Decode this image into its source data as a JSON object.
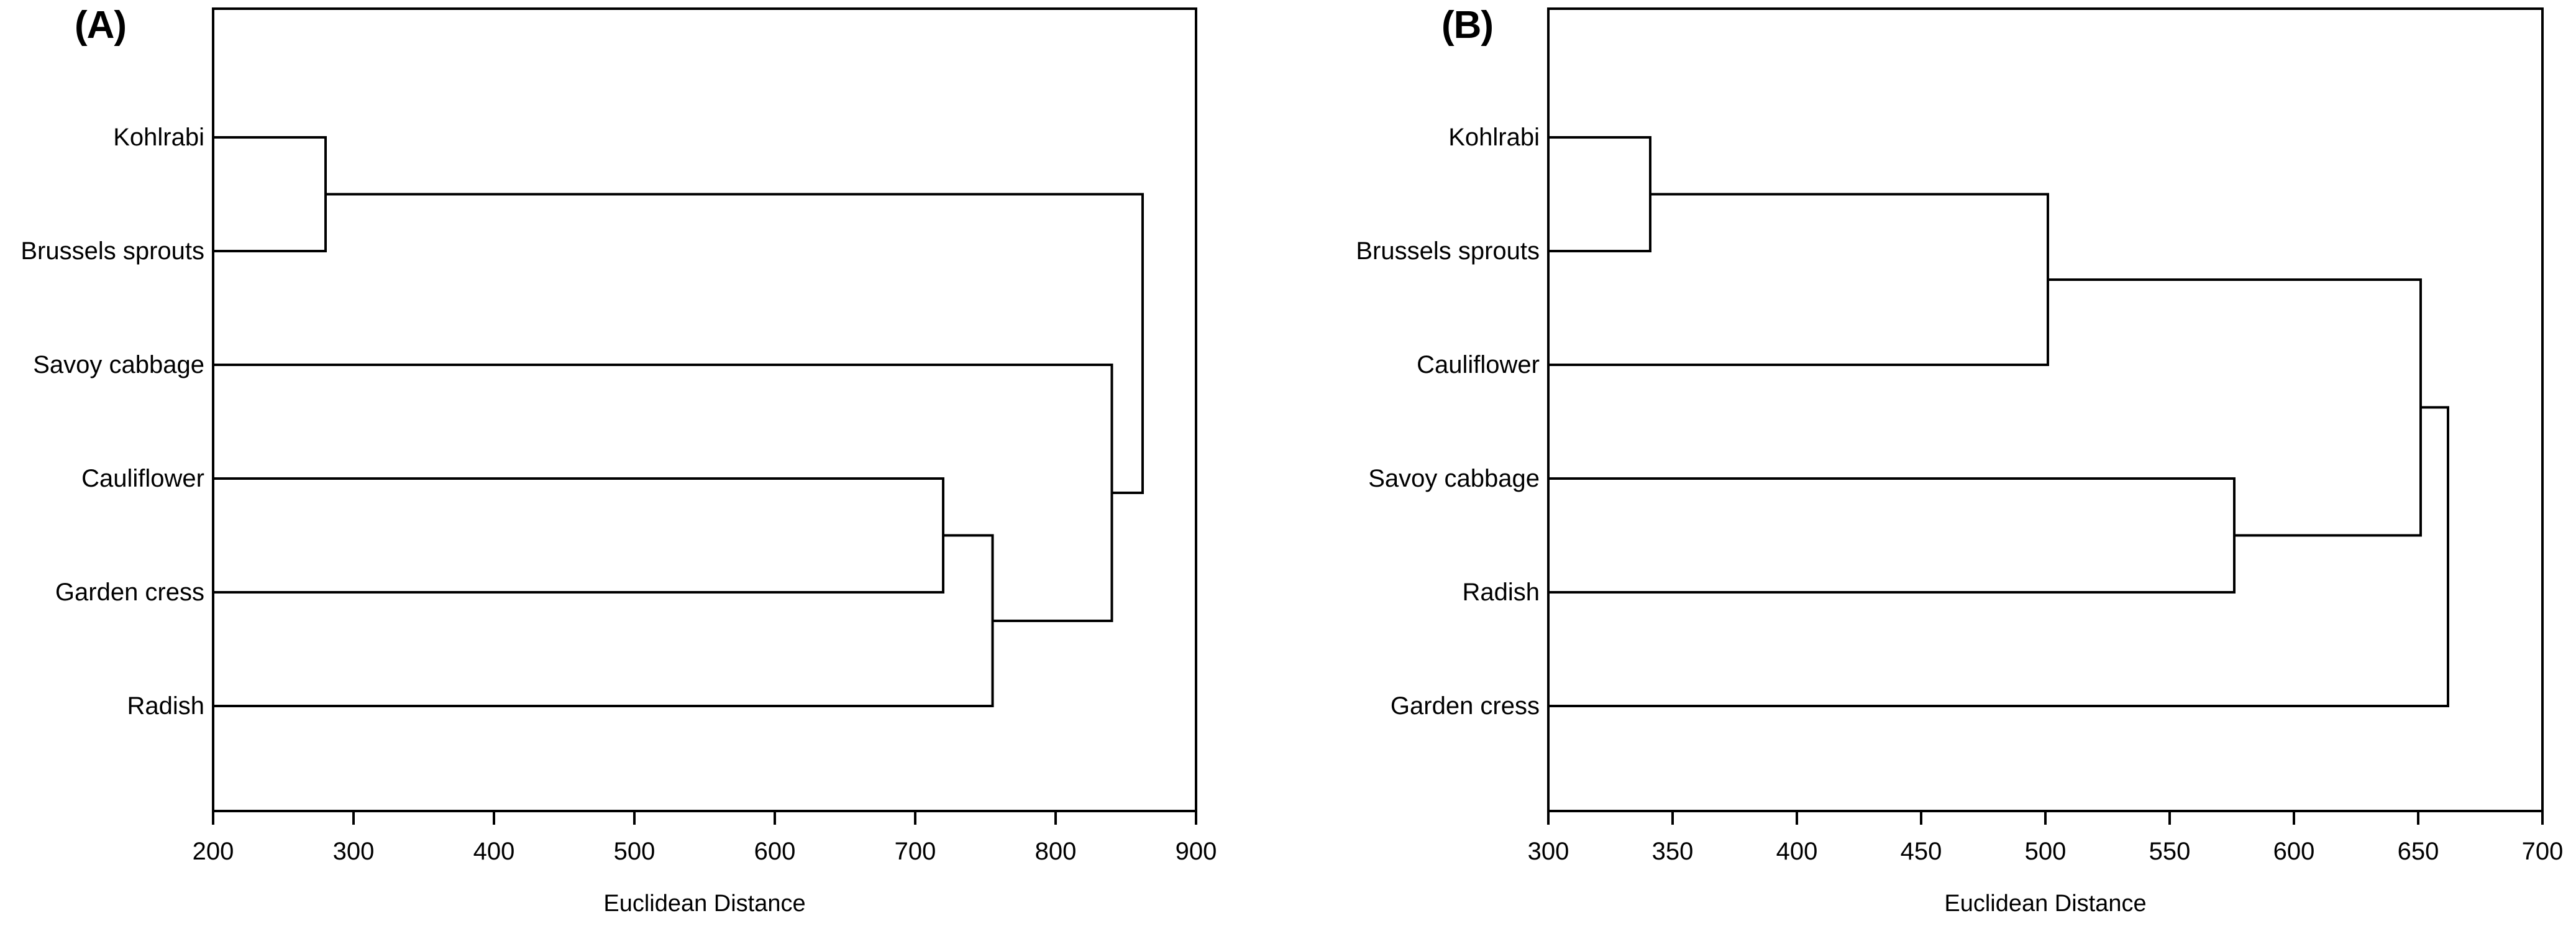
{
  "figure": {
    "background": "#ffffff",
    "line_color": "#000000",
    "panel_count": 2
  },
  "panels": [
    {
      "letter": "(A)",
      "chart_data": {
        "type": "dendrogram",
        "title": "(A)",
        "xlabel": "Euclidean Distance",
        "ylabel": "",
        "orientation": "horizontal",
        "grid": false,
        "legend": "none",
        "xlim": [
          200,
          900
        ],
        "xticks": [
          200,
          300,
          400,
          500,
          600,
          700,
          800,
          900
        ],
        "xticklabels": [
          "200",
          "300",
          "400",
          "500",
          "600",
          "700",
          "800",
          "900"
        ],
        "leaves": [
          "Kohlrabi",
          "Brussels sprouts",
          "Savoy cabbage",
          "Cauliflower",
          "Garden cress",
          "Radish"
        ],
        "merges": [
          {
            "id": "m1",
            "left": "Kohlrabi",
            "right": "Brussels sprouts",
            "distance": 280
          },
          {
            "id": "m2",
            "left": "Cauliflower",
            "right": "Garden cress",
            "distance": 720
          },
          {
            "id": "m3",
            "left": "m2",
            "right": "Radish",
            "distance": 755
          },
          {
            "id": "m4",
            "left": "Savoy cabbage",
            "right": "m3",
            "distance": 840
          },
          {
            "id": "m5",
            "left": "m1",
            "right": "m4",
            "distance": 862
          }
        ]
      }
    },
    {
      "letter": "(B)",
      "chart_data": {
        "type": "dendrogram",
        "title": "(B)",
        "xlabel": "Euclidean Distance",
        "ylabel": "",
        "orientation": "horizontal",
        "grid": false,
        "legend": "none",
        "xlim": [
          300,
          700
        ],
        "xticks": [
          300,
          350,
          400,
          450,
          500,
          550,
          600,
          650,
          700
        ],
        "xticklabels": [
          "300",
          "350",
          "400",
          "450",
          "500",
          "550",
          "600",
          "650",
          "700"
        ],
        "leaves": [
          "Kohlrabi",
          "Brussels sprouts",
          "Cauliflower",
          "Savoy cabbage",
          "Radish",
          "Garden cress"
        ],
        "merges": [
          {
            "id": "m1",
            "left": "Kohlrabi",
            "right": "Brussels sprouts",
            "distance": 341
          },
          {
            "id": "m2",
            "left": "m1",
            "right": "Cauliflower",
            "distance": 501
          },
          {
            "id": "m3",
            "left": "Savoy cabbage",
            "right": "Radish",
            "distance": 576
          },
          {
            "id": "m4",
            "left": "m2",
            "right": "m3",
            "distance": 651
          },
          {
            "id": "m5",
            "left": "m4",
            "right": "Garden cress",
            "distance": 662
          }
        ]
      }
    }
  ]
}
